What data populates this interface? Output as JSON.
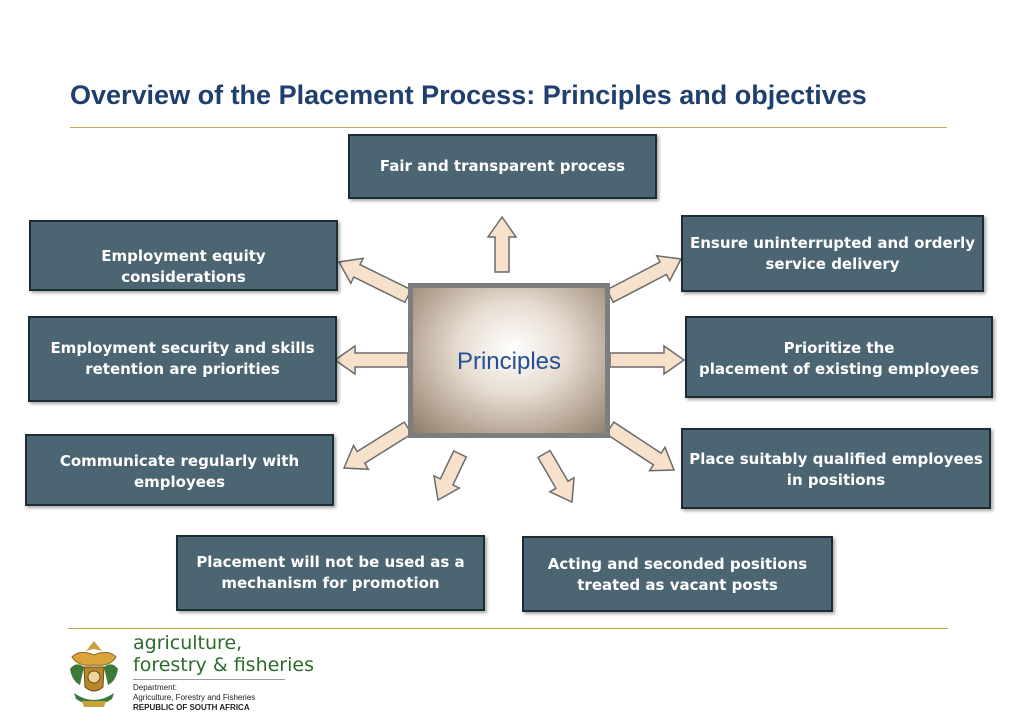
{
  "title": "Overview of the Placement Process:  Principles and objectives",
  "center_label": "Principles",
  "boxes": {
    "top": "Fair and transparent process",
    "left_1": "Employment equity considerations",
    "left_2": "Employment security and skills\nretention are priorities",
    "left_3": "Communicate regularly with\nemployees",
    "right_1": "Ensure uninterrupted and orderly\nservice delivery",
    "right_2": "Prioritize the\nplacement of existing employees",
    "right_3": "Place suitably qualified employees\nin positions",
    "bottom_left": "Placement will not be used as a\nmechanism for promotion",
    "bottom_right": "Acting  and seconded positions\ntreated as vacant posts"
  },
  "footer": {
    "logo_name": "agriculture,\nforestry & fisheries",
    "dept_line1": "Department:",
    "dept_line2": "Agriculture, Forestry and Fisheries",
    "dept_line3": "REPUBLIC OF SOUTH AFRICA"
  },
  "colors": {
    "title": "#1f3f6e",
    "box_fill": "#4b6573",
    "arrow_fill": "#f8e1cb",
    "rule": "#c9a94f"
  }
}
